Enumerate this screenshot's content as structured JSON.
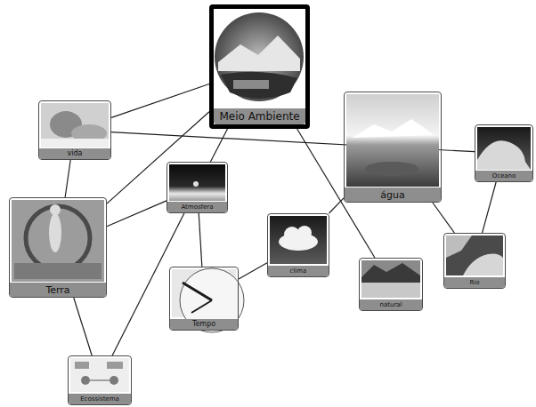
{
  "diagram": {
    "nodes": [
      {
        "text": [
          "Meio Ambiente"
        ]
      },
      {
        "text": [
          "vida"
        ]
      },
      {
        "text": [
          "água"
        ]
      },
      {
        "text": [
          "Oceano"
        ]
      },
      {
        "text": [
          "Terra"
        ]
      },
      {
        "text": [
          "Atmosfera"
        ]
      },
      {
        "text": [
          "clima"
        ]
      },
      {
        "text": [
          "Rio"
        ]
      },
      {
        "text": [
          "natural"
        ]
      },
      {
        "text": [
          "Tempo"
        ]
      },
      {
        "text": [
          "Ecossistema"
        ]
      }
    ],
    "edges": [
      {
        "from": 0,
        "to": 1,
        "arrow": "none"
      },
      {
        "from": 0,
        "to": 4,
        "arrow": "none"
      },
      {
        "from": 0,
        "to": 5,
        "arrow": "none"
      },
      {
        "from": 0,
        "to": 8,
        "arrow": "none"
      },
      {
        "from": 1,
        "to": 3,
        "arrow": "none"
      },
      {
        "from": 1,
        "to": 4,
        "arrow": "none"
      },
      {
        "from": 4,
        "to": 5,
        "arrow": "none"
      },
      {
        "from": 4,
        "to": 10,
        "arrow": "none"
      },
      {
        "from": 5,
        "to": 9,
        "arrow": "none"
      },
      {
        "from": 5,
        "to": 10,
        "arrow": "none"
      },
      {
        "from": 9,
        "to": 6,
        "arrow": "none"
      },
      {
        "from": 6,
        "to": 2,
        "arrow": "none"
      },
      {
        "from": 2,
        "to": 7,
        "arrow": "none"
      },
      {
        "from": 3,
        "to": 7,
        "arrow": "none"
      }
    ]
  }
}
